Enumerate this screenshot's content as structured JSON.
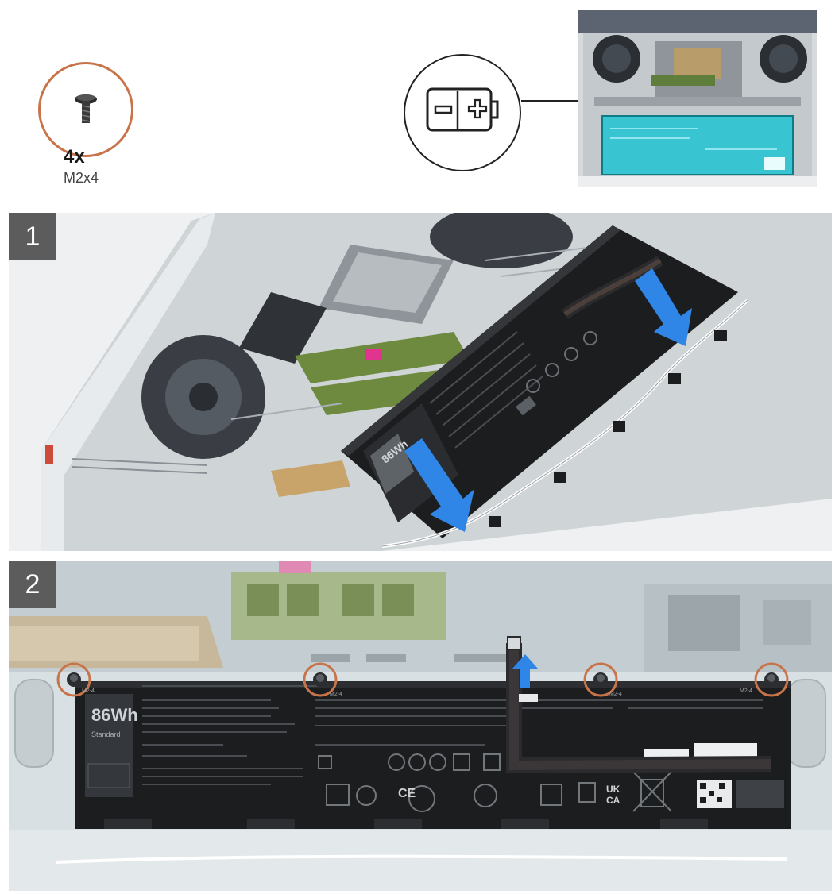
{
  "legend": {
    "screw_quantity": "4x",
    "screw_size": "M2x4"
  },
  "steps": [
    {
      "number": "1"
    },
    {
      "number": "2"
    }
  ],
  "battery": {
    "capacity_unit": "86Wh",
    "capacity_step1": "86Wh",
    "type_label": "Standard",
    "screw_labels": [
      "M2-4",
      "M2-4",
      "M2-4",
      "M2-4"
    ],
    "mark_uk": "UK",
    "mark_ca": "CA",
    "mark_ce": "CE"
  },
  "colors": {
    "screw_highlight": "#c8744a",
    "arrow_blue": "#2f86e6",
    "battery_black": "#1c1d1f",
    "step_badge": "#5c5c5c"
  }
}
